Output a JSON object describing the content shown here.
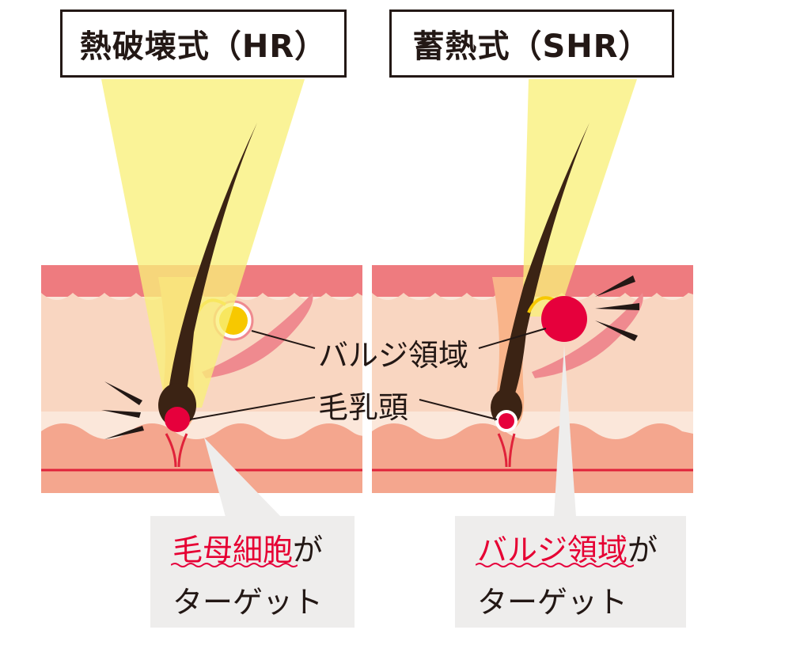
{
  "titles": {
    "hr": "熱破壊式（HR）",
    "shr": "蓄熱式（SHR）"
  },
  "labels": {
    "bulge": "バルジ領域",
    "papilla": "毛乳頭"
  },
  "callouts": {
    "hr": {
      "target": "毛母細胞",
      "suffix": "が",
      "line2": "ターゲット"
    },
    "shr": {
      "target": "バルジ領域",
      "suffix": "が",
      "line2": "ターゲット"
    }
  },
  "colors": {
    "skin_top": "#ee7b7f",
    "skin_mid": "#f9d6c1",
    "skin_low": "#f4a68e",
    "hair": "#3b2314",
    "light": "#f8f07a",
    "highlight": "#e6003c",
    "bulge_yellow": "#f7c800"
  }
}
